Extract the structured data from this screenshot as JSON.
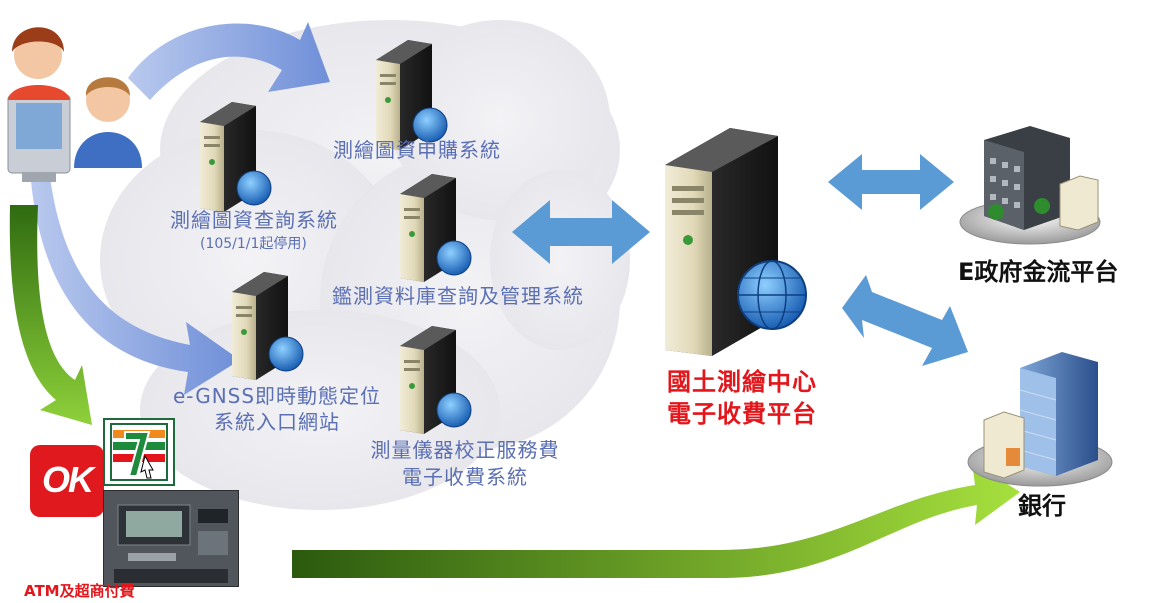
{
  "diagram": {
    "servers": {
      "purchase": "測繪圖資申購系統",
      "query": "測繪圖資查詢系統",
      "query_note": "(105/1/1起停用)",
      "survey_db": "鑑測資料庫查詢及管理系統",
      "egnss_line1": "e-GNSS即時動態定位",
      "egnss_line2": "系統入口網站",
      "calibration_line1": "測量儀器校正服務費",
      "calibration_line2": "電子收費系統"
    },
    "center": {
      "line1": "國土測繪中心",
      "line2": "電子收費平台"
    },
    "egov": "E政府金流平台",
    "bank": "銀行",
    "atm": "ATM及超商付費",
    "ok_logo": "OK",
    "icons": [
      "users-icon",
      "server-icon",
      "globe-icon",
      "government-building-icon",
      "bank-building-icon",
      "seven-eleven-logo",
      "ok-mart-logo",
      "atm-machine-icon"
    ],
    "colors": {
      "label_blue": "#5b6fb4",
      "center_red": "#e3161b",
      "arrow_blue": "#5b9bd5",
      "arrow_green": "#5aa31a"
    }
  }
}
